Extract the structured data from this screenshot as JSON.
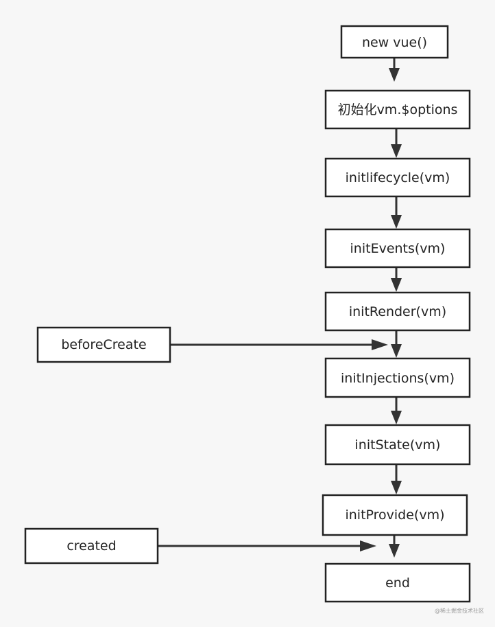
{
  "colors": {
    "background": "#f7f7f7",
    "node_fill": "#ffffff",
    "node_stroke": "#222222",
    "arrow": "#333333",
    "text": "#222222"
  },
  "nodes": {
    "new_vue": "new vue()",
    "init_options": "初始化vm.$options",
    "init_lifecycle": "initlifecycle(vm)",
    "init_events": "initEvents(vm)",
    "init_render": "initRender(vm)",
    "before_create": "beforeCreate",
    "init_injections": "initInjections(vm)",
    "init_state": "initState(vm)",
    "init_provide": "initProvide(vm)",
    "created": "created",
    "end": "end"
  },
  "watermark": "@稀土掘金技术社区"
}
